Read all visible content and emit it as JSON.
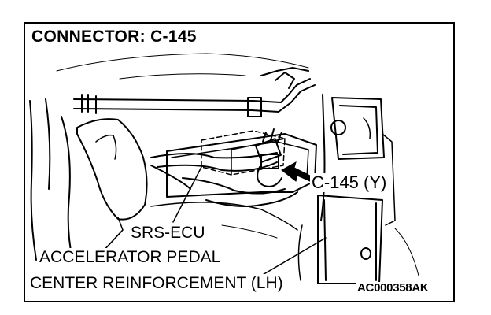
{
  "figure": {
    "title": "CONNECTOR: C-145",
    "connector_label": "C-145 (Y)",
    "srs_label": "SRS-ECU",
    "accelerator_label": "ACCELERATOR PEDAL",
    "reinforcement_label": "CENTER REINFORCEMENT (LH)",
    "figure_code": "AC000358AK"
  }
}
